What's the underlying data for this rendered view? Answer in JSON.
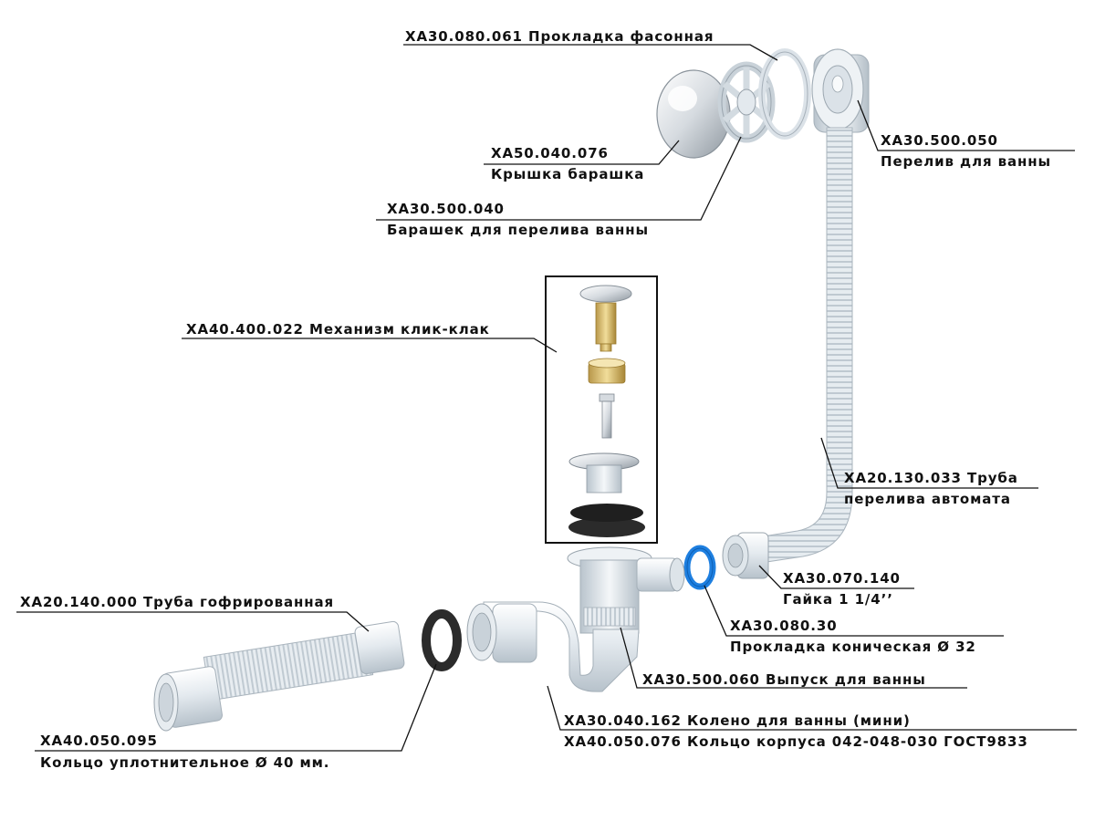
{
  "labels": {
    "gasket_shaped": "XA30.080.061 Прокладка фасонная",
    "cap_code": "XA50.040.076",
    "cap_name": "Крышка барашка",
    "knob_code": "XA30.500.040",
    "knob_name": "Барашек для перелива ванны",
    "overflow_code": "XA30.500.050",
    "overflow_name": "Перелив для ванны",
    "clickclack": "XA40.400.022 Механизм клик-клак",
    "tube_line1": "XA20.130.033 Труба",
    "tube_line2": "перелива автомата",
    "nut_code": "XA30.070.140",
    "nut_name": "Гайка 1 1/4’’",
    "conegasket_code": "XA30.080.30",
    "conegasket_name": "Прокладка коническая Ø 32",
    "corrugated": "XA20.140.000 Труба гофрированная",
    "outlet": "XA30.500.060 Выпуск для ванны",
    "elbow": "XA30.040.162 Колено для ванны (мини)",
    "ring_body": "XA40.050.076 Кольцо корпуса 042-048-030 ГОСТ9833",
    "sealring_code": "XA40.050.095",
    "sealring_name": "Кольцо уплотнительное Ø 40 мм."
  },
  "colors": {
    "plastic": "#e9eef2",
    "brass": "#d9c07a",
    "rubber": "#2b2b2b",
    "blue_gasket": "#1e7fe0",
    "leader": "#111111"
  }
}
